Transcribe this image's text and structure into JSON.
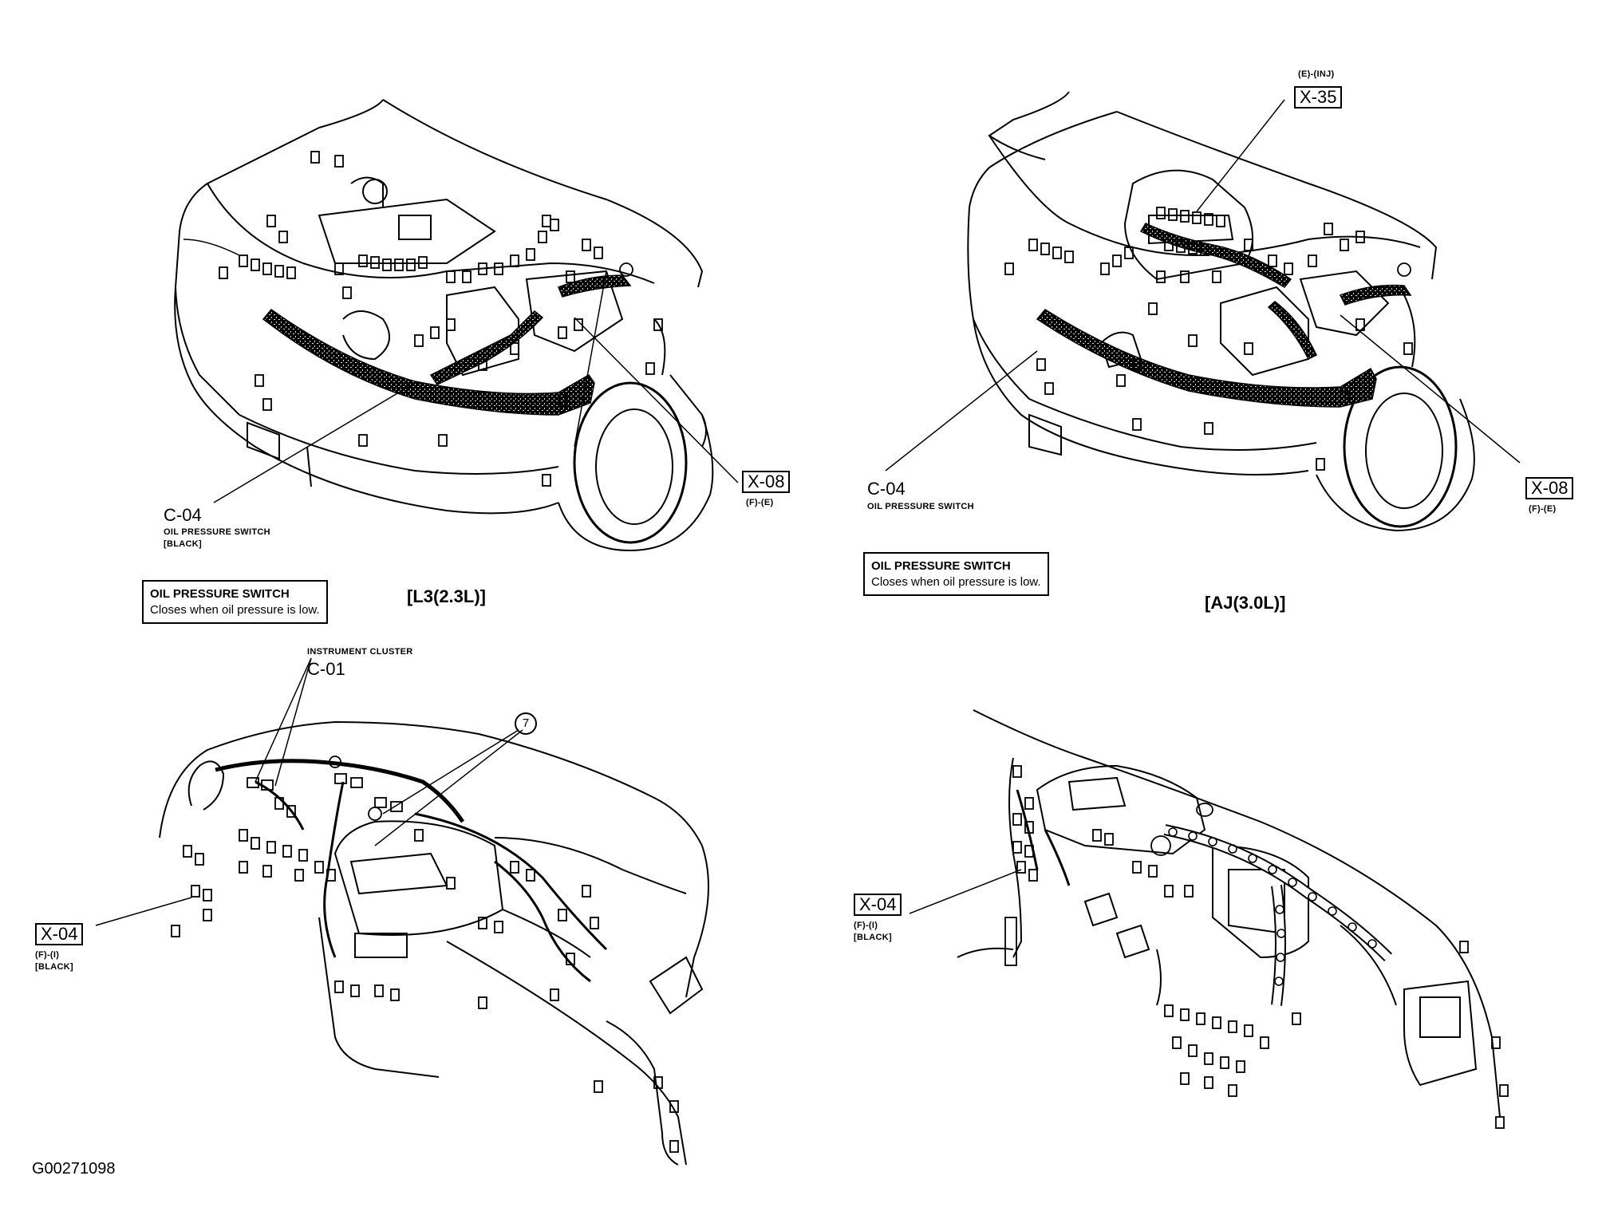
{
  "figure_id": "G00271098",
  "panels": {
    "l3": {
      "variant": "[L3(2.3L)]",
      "c04": {
        "code": "C-04",
        "name": "OIL PRESSURE SWITCH",
        "color": "[BLACK]"
      },
      "x08": {
        "code": "X-08",
        "sub": "(F)-(E)"
      },
      "note": {
        "title": "OIL PRESSURE SWITCH",
        "text": "Closes when oil pressure is low."
      }
    },
    "aj": {
      "variant": "[AJ(3.0L)]",
      "x35": {
        "code": "X-35",
        "sub": "(E)-(INJ)"
      },
      "c04": {
        "code": "C-04",
        "name": "OIL PRESSURE SWITCH"
      },
      "x08": {
        "code": "X-08",
        "sub": "(F)-(E)"
      },
      "note": {
        "title": "OIL PRESSURE SWITCH",
        "text": "Closes when oil pressure is low."
      }
    },
    "dash_left": {
      "c01": {
        "code": "C-01",
        "name": "INSTRUMENT CLUSTER"
      },
      "ground": "7",
      "x04": {
        "code": "X-04",
        "sub": "(F)-(I)",
        "color": "[BLACK]"
      }
    },
    "dash_right": {
      "x04": {
        "code": "X-04",
        "sub": "(F)-(I)",
        "color": "[BLACK]"
      }
    }
  }
}
